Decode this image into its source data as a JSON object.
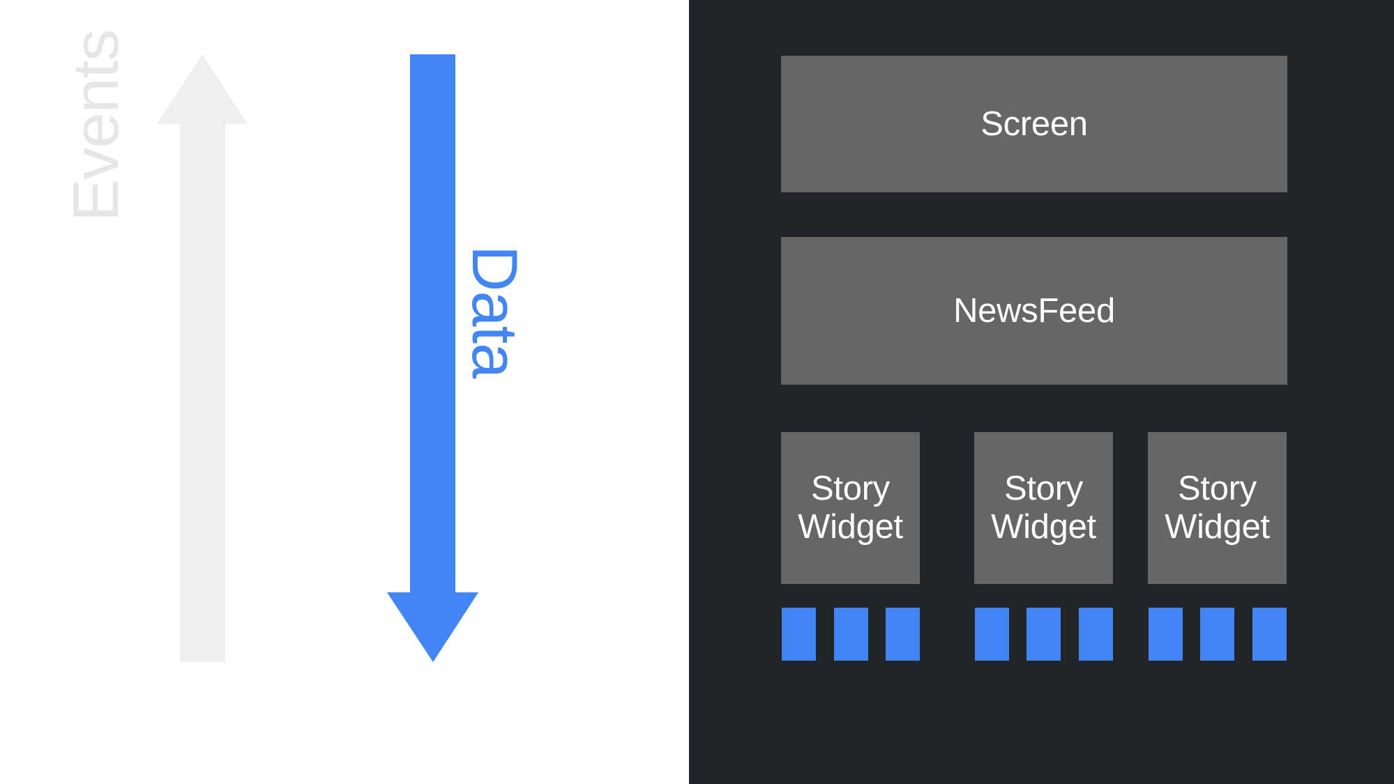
{
  "diagram": {
    "title": "Unidirectional data flow diagram",
    "background_left": "#ffffff",
    "background_right": "#212429"
  },
  "flows": {
    "events": {
      "label": "Events",
      "direction": "up",
      "color": "#efefef",
      "label_color": "#e6e6e6"
    },
    "data": {
      "label": "Data",
      "direction": "down",
      "color": "#4285f4",
      "label_color": "#4285f4"
    }
  },
  "tree": {
    "box_color": "#666666",
    "box_text_color": "#ffffff",
    "nodes": [
      {
        "label": "Screen",
        "level": "root"
      },
      {
        "label": "NewsFeed",
        "level": "child"
      }
    ],
    "leaves": [
      {
        "label": "Story\nWidget",
        "line1": "Story",
        "line2": "Widget"
      },
      {
        "label": "Story\nWidget",
        "line1": "Story",
        "line2": "Widget"
      },
      {
        "label": "Story\nWidget",
        "line1": "Story",
        "line2": "Widget"
      }
    ],
    "event_bar_color": "#4285f4",
    "event_bar_groups": [
      {
        "count": 3
      },
      {
        "count": 3
      },
      {
        "count": 3
      }
    ]
  }
}
